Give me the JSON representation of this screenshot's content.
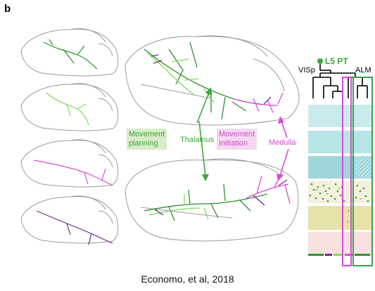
{
  "panel_label": "b",
  "labels": {
    "movement_planning": [
      "Movement",
      "planning"
    ],
    "thalamus": "Thalamus",
    "movement_initiation": [
      "Movement",
      "Initiation"
    ],
    "medulla": "Medulla",
    "l5pt": "L5 PT",
    "visp": "VISp",
    "alm": "ALM"
  },
  "caption": "Economo, et al, 2018",
  "colors": {
    "green": "#2f8f2f",
    "light_green": "#7ed957",
    "magenta": "#d64bd6",
    "purple": "#6a2a8a",
    "outline": "#9a9a9a",
    "l5pt_text": "#3aa83a"
  },
  "layer_bands": [
    "#c9ebeb",
    "#b6e5e6",
    "#9fd6db",
    "#f3f0dc",
    "#e7e2a7",
    "#f7e0de"
  ]
}
